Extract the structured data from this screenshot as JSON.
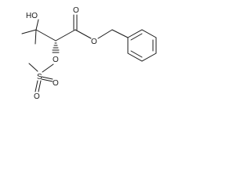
{
  "molecule": {
    "atoms": {
      "hydroxyl": "HO",
      "carbonyl_oxygen": "O",
      "ester_oxygen": "O",
      "mesylate_oxygen": "O",
      "sulfur": "S",
      "sulfonyl_oxygen_1": "O",
      "sulfonyl_oxygen_2": "O"
    }
  }
}
